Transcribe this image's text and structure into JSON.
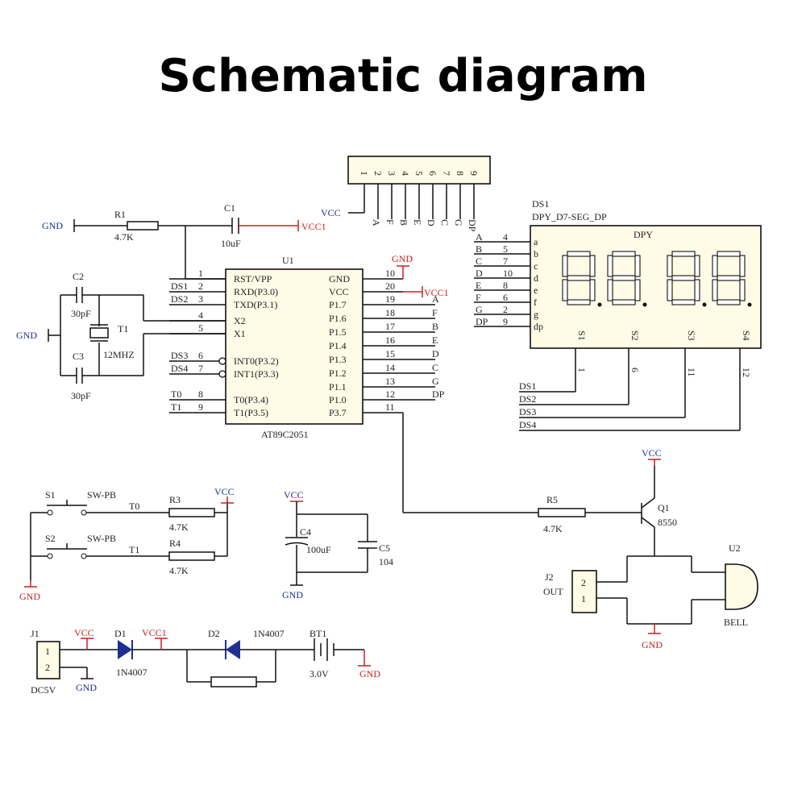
{
  "title": "Schematic diagram",
  "labels": {
    "gnd": "GND",
    "vcc": "VCC",
    "vcc1": "VCC1",
    "r1": "R1",
    "r1_val": "4.7K",
    "c1": "C1",
    "c1_val": "10uF",
    "c2": "C2",
    "c2_val": "30pF",
    "c3": "C3",
    "c3_val": "30pF",
    "t1": "T1",
    "t1_val": "12MHZ",
    "u1": "U1",
    "u1_part": "AT89C2051",
    "ds1_ref": "DS1",
    "ds1_part": "DPY_D7-SEG_DP",
    "dpy": "DPY",
    "r3": "R3",
    "r3_val": "4.7K",
    "r4": "R4",
    "r4_val": "4.7K",
    "s1": "S1",
    "s2": "S2",
    "sw": "SW-PB",
    "c4": "C4",
    "c4_val": "100uF",
    "c5": "C5",
    "c5_val": "104",
    "r5": "R5",
    "r5_val": "4.7K",
    "q1": "Q1",
    "q1_val": "8550",
    "j2": "J2",
    "out": "OUT",
    "u2": "U2",
    "bell": "BELL",
    "j1": "J1",
    "dc5v": "DC5V",
    "d1": "D1",
    "d1_val": "1N4007",
    "d2": "D2",
    "d2_val": "1N4007",
    "bt1": "BT1",
    "bt1_val": "3.0V",
    "t0_net": "T0",
    "t1_net": "T1",
    "ds_nets": [
      "DS1",
      "DS2",
      "DS3",
      "DS4"
    ]
  },
  "u1_left_pins": [
    {
      "num": "1",
      "name": "RST/VPP",
      "net": ""
    },
    {
      "num": "2",
      "name": "RXD(P3.0)",
      "net": "DS1"
    },
    {
      "num": "3",
      "name": "TXD(P3.1)",
      "net": "DS2"
    },
    {
      "num": "4",
      "name": "X2",
      "net": ""
    },
    {
      "num": "5",
      "name": "X1",
      "net": ""
    },
    {
      "num": "6",
      "name": "INT0(P3.2)",
      "net": "DS3"
    },
    {
      "num": "7",
      "name": "INT1(P3.3)",
      "net": "DS4"
    },
    {
      "num": "8",
      "name": "T0(P3.4)",
      "net": "T0"
    },
    {
      "num": "9",
      "name": "T1(P3.5)",
      "net": "T1"
    }
  ],
  "u1_right_pins": [
    {
      "num": "10",
      "name": "GND",
      "net": ""
    },
    {
      "num": "20",
      "name": "VCC",
      "net": ""
    },
    {
      "num": "19",
      "name": "P1.7",
      "net": "A"
    },
    {
      "num": "18",
      "name": "P1.6",
      "net": "F"
    },
    {
      "num": "17",
      "name": "P1.5",
      "net": "B"
    },
    {
      "num": "16",
      "name": "P1.4",
      "net": "E"
    },
    {
      "num": "15",
      "name": "P1.3",
      "net": "D"
    },
    {
      "num": "14",
      "name": "P1.2",
      "net": "C"
    },
    {
      "num": "13",
      "name": "P1.1",
      "net": "G"
    },
    {
      "num": "12",
      "name": "P1.0",
      "net": "DP"
    },
    {
      "num": "11",
      "name": "P3.7",
      "net": ""
    }
  ],
  "header_pins": [
    "1",
    "2",
    "3",
    "4",
    "5",
    "6",
    "7",
    "8",
    "9"
  ],
  "header_nets": [
    "VCC",
    "A",
    "F",
    "B",
    "E",
    "D",
    "C",
    "G",
    "DP"
  ],
  "ds1_pins": [
    {
      "net": "A",
      "num": "4",
      "seg": "a"
    },
    {
      "net": "B",
      "num": "5",
      "seg": "b"
    },
    {
      "net": "C",
      "num": "7",
      "seg": "c"
    },
    {
      "net": "D",
      "num": "10",
      "seg": "d"
    },
    {
      "net": "E",
      "num": "8",
      "seg": "e"
    },
    {
      "net": "F",
      "num": "6",
      "seg": "f"
    },
    {
      "net": "G",
      "num": "2",
      "seg": "g"
    },
    {
      "net": "DP",
      "num": "9",
      "seg": "dp"
    }
  ],
  "digits": [
    {
      "name": "S1",
      "pin": "1"
    },
    {
      "name": "S2",
      "pin": "6"
    },
    {
      "name": "S3",
      "pin": "11"
    },
    {
      "name": "S4",
      "pin": "12"
    }
  ],
  "j2_pins": [
    "2",
    "1"
  ],
  "j1_pins": [
    "1",
    "2"
  ]
}
